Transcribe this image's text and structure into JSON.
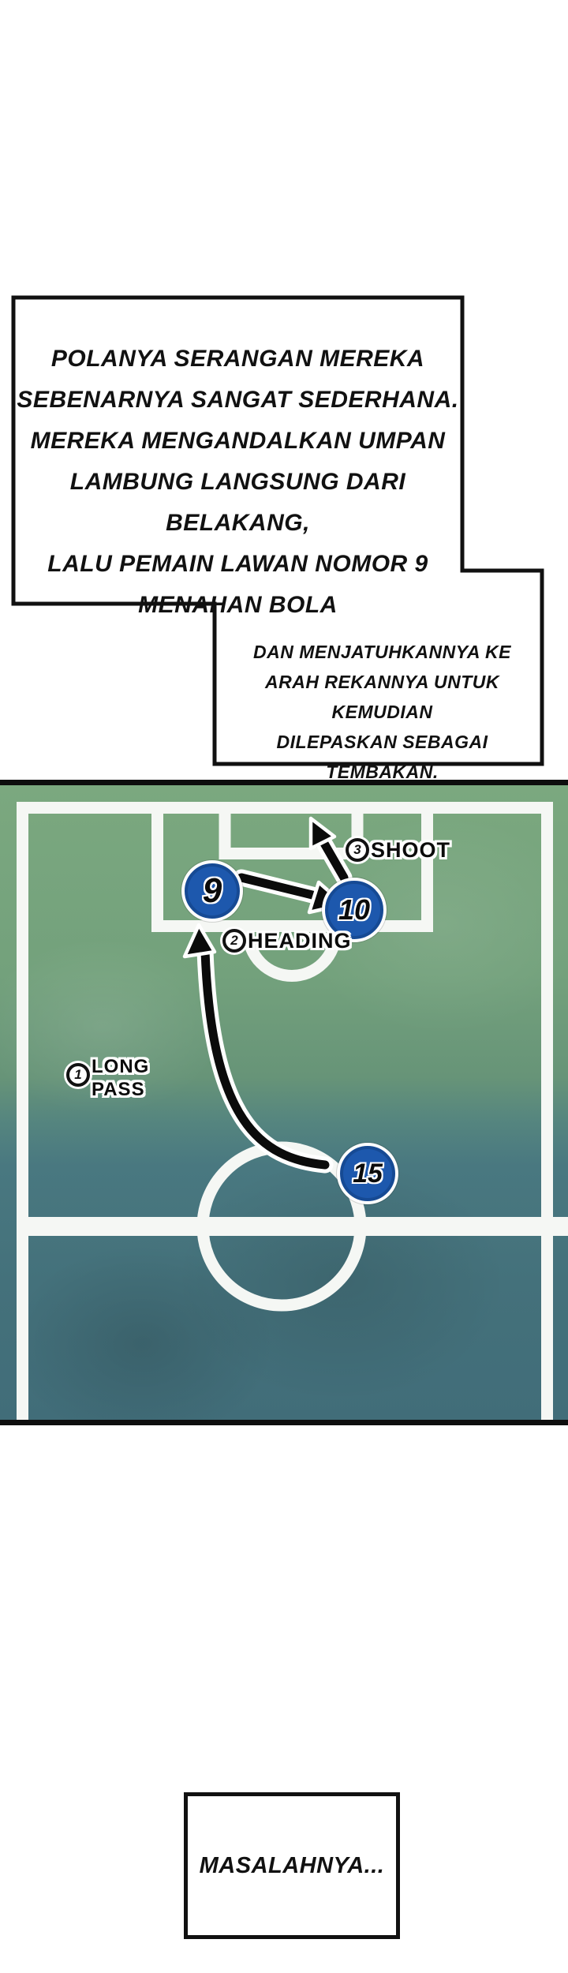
{
  "page": {
    "background": "#ffffff"
  },
  "speech": {
    "bubble1_lines": [
      "POLANYA SERANGAN MEREKA",
      "SEBENARNYA SANGAT SEDERHANA.",
      "MEREKA MENGANDALKAN UMPAN",
      "LAMBUNG LANGSUNG DARI BELAKANG,",
      "LALU PEMAIN LAWAN NOMOR 9",
      "MENAHAN BOLA"
    ],
    "bubble2_lines": [
      "DAN MENJATUHKANNYA KE",
      "ARAH REKANNYA UNTUK KEMUDIAN",
      "DILEPASKAN SEBAGAI TEMBAKAN."
    ],
    "bubble3_text": "MASALAHNYA..."
  },
  "diagram": {
    "players": [
      {
        "number": "9"
      },
      {
        "number": "10"
      },
      {
        "number": "15"
      }
    ],
    "steps": [
      {
        "index": "1",
        "label_lines": [
          "LONG",
          "PASS"
        ]
      },
      {
        "index": "2",
        "label": "HEADING"
      },
      {
        "index": "3",
        "label": "SHOOT"
      }
    ],
    "colors": {
      "field_green_top": "#73a17c",
      "field_teal_bottom": "#44717b",
      "pitch_line_white": "#f5f7f4",
      "player_blue": "#1d58ad",
      "player_ring_blue": "#164a94",
      "outline_black": "#111111"
    }
  }
}
